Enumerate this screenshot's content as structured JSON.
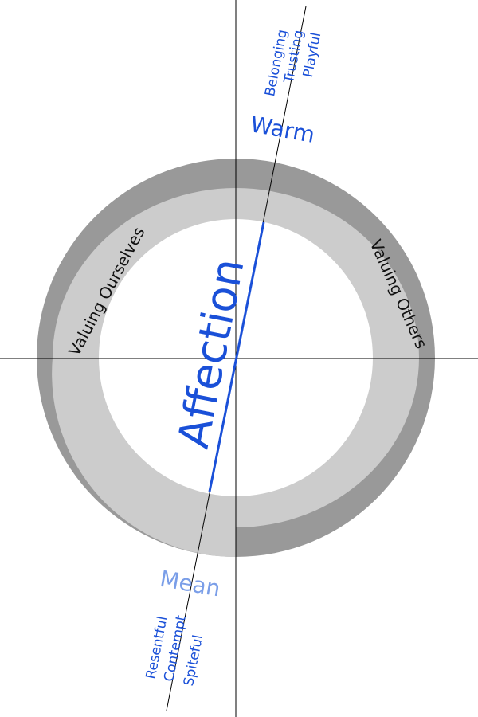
{
  "diagram": {
    "title": "Affection",
    "positive_pole": {
      "label": "Warm",
      "words": [
        "Belonging",
        "Trusting",
        "Playful"
      ]
    },
    "negative_pole": {
      "label": "Mean",
      "words": [
        "Resentful",
        "Contempt",
        "Spiteful"
      ]
    },
    "ring_labels": {
      "left": "Valuing Ourselves",
      "right": "Valuing Others"
    },
    "colors": {
      "outer_ring": "#999999",
      "inner_ring": "#cccccc",
      "background": "#ffffff",
      "accent_blue": "#1a50d8",
      "light_blue": "#7a9ee8",
      "line": "#000000"
    }
  }
}
